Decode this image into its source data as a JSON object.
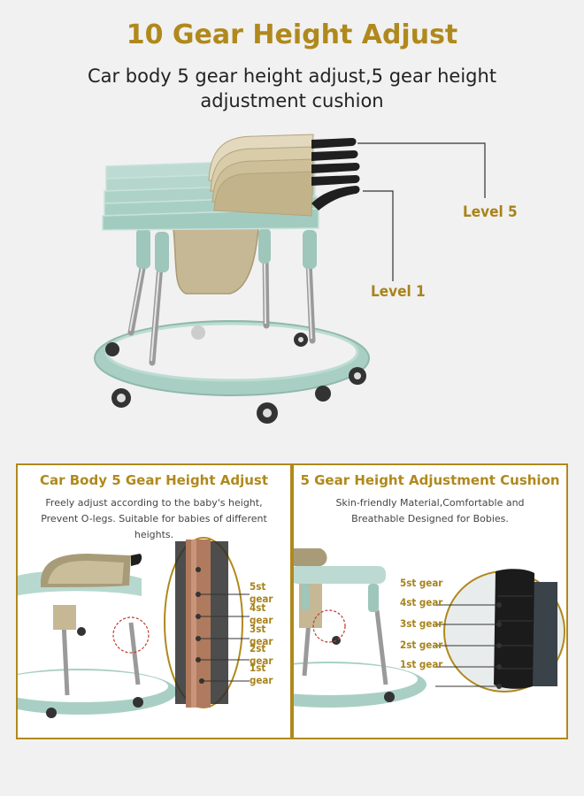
{
  "header": {
    "title": "10 Gear Height Adjust",
    "subtitle": "Car body 5 gear height adjust,5 gear height adjustment cushion"
  },
  "hero": {
    "level_high": "Level 5",
    "level_low": "Level 1"
  },
  "panels": [
    {
      "title": "Car Body 5 Gear Height Adjust",
      "description": "Freely adjust according to the baby's height, Prevent O-legs. Suitable for babies of different heights.",
      "gears": [
        "5st gear",
        "4st gear",
        "3st gear",
        "2st gear",
        "1st gear"
      ]
    },
    {
      "title": "5 Gear Height Adjustment Cushion",
      "description": "Skin-friendly Material,Comfortable and Breathable Designed for Bobies.",
      "gears": [
        "5st gear",
        "4st gear",
        "3st gear",
        "2st gear",
        "1st gear"
      ]
    }
  ],
  "colors": {
    "accent_gold": "#b0891c",
    "walker_mint": "#a9cfc4",
    "seat_beige": "#cfc3a2",
    "background": "#f1f1f1"
  }
}
